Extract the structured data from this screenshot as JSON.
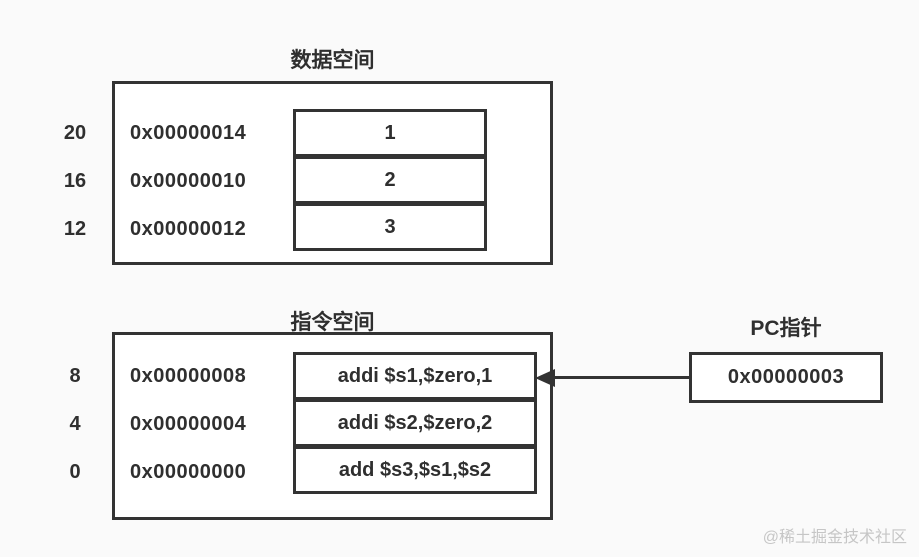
{
  "colors": {
    "background": "#fafafa",
    "border": "#333333",
    "text": "#2f2f2f",
    "box_fill": "#ffffff",
    "watermark": "#c6c6c6"
  },
  "data_space": {
    "title": "数据空间",
    "rows": [
      {
        "offset": "20",
        "address": "0x00000014",
        "value": "1"
      },
      {
        "offset": "16",
        "address": "0x00000010",
        "value": "2"
      },
      {
        "offset": "12",
        "address": "0x00000012",
        "value": "3"
      }
    ]
  },
  "instruction_space": {
    "title": "指令空间",
    "rows": [
      {
        "offset": "8",
        "address": "0x00000008",
        "value": "addi $s1,$zero,1"
      },
      {
        "offset": "4",
        "address": "0x00000004",
        "value": "addi $s2,$zero,2"
      },
      {
        "offset": "0",
        "address": "0x00000000",
        "value": "add $s3,$s1,$s2"
      }
    ]
  },
  "pc_pointer": {
    "title": "PC指针",
    "value": "0x00000003"
  },
  "watermark": "@稀土掘金技术社区"
}
